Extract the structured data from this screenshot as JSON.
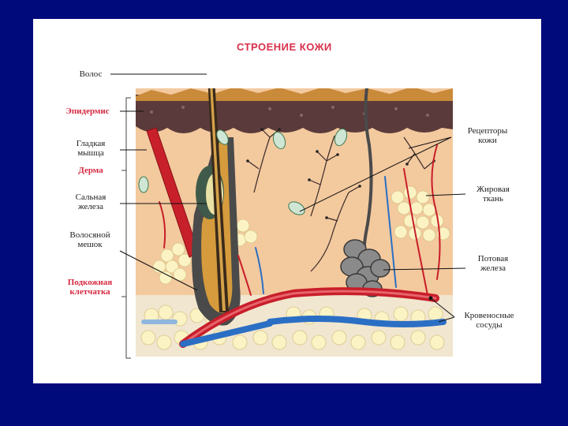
{
  "title": "СТРОЕНИЕ КОЖИ",
  "labels": {
    "hair": "Волос",
    "epidermis": "Эпидермис",
    "smooth_muscle": "Гладкая мышца",
    "dermis": "Дерма",
    "sebaceous_gland": "Сальная железа",
    "hair_follicle": "Волосяной мешок",
    "hypodermis": "Подкожная клетчатка",
    "receptors": "Рецепторы кожи",
    "adipose": "Жировая ткань",
    "sweat_gland": "Потовая железа",
    "vessels": "Кровеносные сосуды"
  },
  "colors": {
    "background": "#000a7a",
    "accent": "#d6283f",
    "epidermis": "#5a3a3a",
    "dermis": "#f3c99e",
    "fat": "#fbf3c4"
  }
}
